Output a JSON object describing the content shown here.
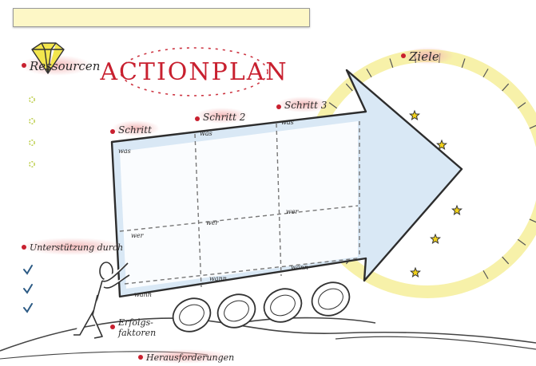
{
  "title_field": {
    "value": ""
  },
  "heading": "ACTIONPLAN",
  "resources": {
    "label": "Ressourcen",
    "bullet_count": 4
  },
  "goals": {
    "label": "Ziele",
    "star_count": 5
  },
  "steps": [
    {
      "label": "Schritt"
    },
    {
      "label": "Schritt 2"
    },
    {
      "label": "Schritt 3"
    }
  ],
  "grid_labels": {
    "what": "was",
    "who": "wer",
    "when": "wann"
  },
  "support": {
    "label": "Unterstützung durch",
    "check_count": 3
  },
  "success_factors": {
    "label_line1": "Erfolgs-",
    "label_line2": "faktoren"
  },
  "challenges": {
    "label": "Herausforderungen"
  },
  "colors": {
    "accent_red": "#c8202f",
    "marker_glow": "#f3b6b6",
    "arrow_fill": "#d9e8f5",
    "sun_yellow": "#f6ef9a",
    "star_yellow": "#f2d21a",
    "diamond_yellow": "#f3e64d",
    "check_blue": "#2d5b85",
    "bullet_green": "#b6c93a"
  }
}
